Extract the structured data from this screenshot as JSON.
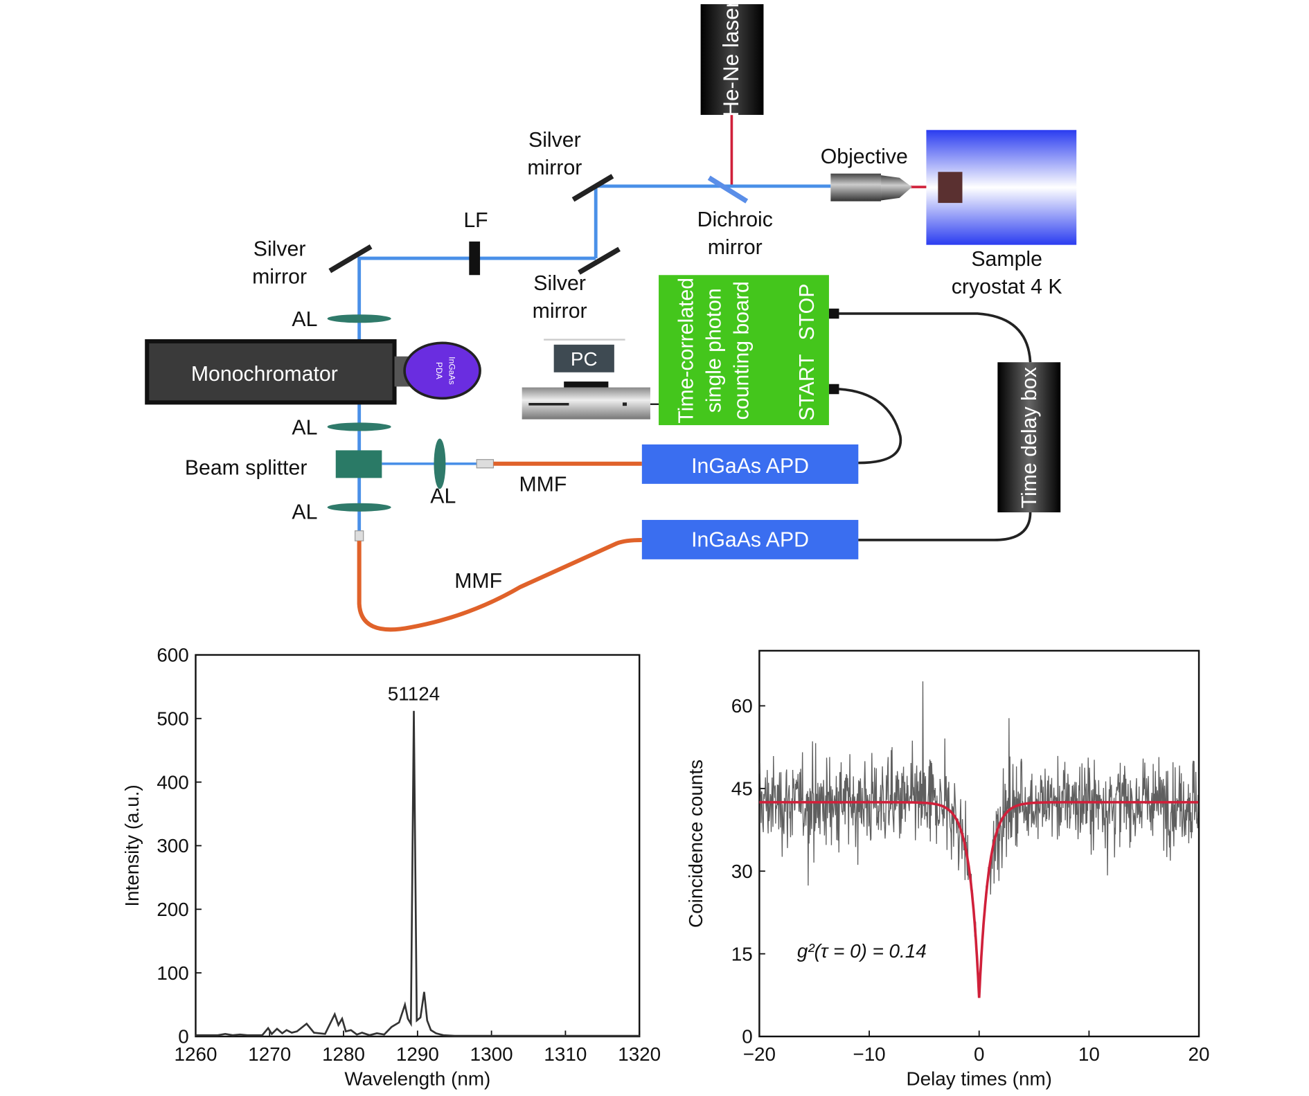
{
  "diagram": {
    "laser": "He-Ne laser",
    "silver_mirror_top": [
      "Silver",
      "mirror"
    ],
    "lf": "LF",
    "silver_mirror_left": [
      "Silver",
      "mirror"
    ],
    "silver_mirror_mid": [
      "Silver",
      "mirror"
    ],
    "dichroic": [
      "Dichroic",
      "mirror"
    ],
    "objective": "Objective",
    "cryostat": [
      "Sample",
      "cryostat 4 K"
    ],
    "al": "AL",
    "monochromator": "Monochromator",
    "pda": [
      "InGaAs",
      "PDA"
    ],
    "pc": "PC",
    "tcspc": [
      "Time-correlated",
      "single photon",
      "counting board"
    ],
    "stop": "STOP",
    "start": "START",
    "time_delay": "Time delay box",
    "beam_splitter": "Beam splitter",
    "mmf": "MMF",
    "apd": "InGaAs APD",
    "colors": {
      "beam": "#4a90e8",
      "laser": "#d0203a",
      "fiber": "#e0622a",
      "lens": "#2f7a6a",
      "tcspc": "#44c61c",
      "apd": "#3a6ef0",
      "pda": "#6a2de0"
    }
  },
  "chart_data": [
    {
      "type": "line",
      "xlabel": "Wavelength (nm)",
      "ylabel": "Intensity (a.u.)",
      "xlim": [
        1260,
        1320
      ],
      "ylim": [
        0,
        600
      ],
      "xticks": [
        1260,
        1270,
        1280,
        1290,
        1300,
        1310,
        1320
      ],
      "yticks": [
        0,
        100,
        200,
        300,
        400,
        500,
        600
      ],
      "annotation": "51124",
      "x": [
        1260,
        1263,
        1264,
        1265,
        1266,
        1267,
        1269,
        1269.8,
        1270.3,
        1271,
        1271.7,
        1272.3,
        1273,
        1273.7,
        1275,
        1276,
        1277.5,
        1278.8,
        1279.3,
        1279.8,
        1280.3,
        1281,
        1281.8,
        1282.5,
        1283.5,
        1284.5,
        1285.5,
        1286.5,
        1287.5,
        1288.3,
        1288.7,
        1289.1,
        1289.5,
        1289.9,
        1290.4,
        1290.9,
        1291.3,
        1291.8,
        1292.5,
        1293.5,
        1295,
        1300,
        1320
      ],
      "y": [
        2,
        2,
        4,
        2,
        3,
        2,
        2,
        13,
        4,
        12,
        5,
        10,
        6,
        8,
        20,
        6,
        4,
        35,
        18,
        28,
        8,
        10,
        3,
        6,
        2,
        5,
        3,
        15,
        22,
        50,
        28,
        20,
        512,
        25,
        30,
        70,
        25,
        10,
        5,
        2,
        1,
        1,
        1
      ],
      "line_color": "#333333"
    },
    {
      "type": "line",
      "xlabel": "Delay times (nm)",
      "ylabel": "Coincidence counts",
      "xlim": [
        -20,
        20
      ],
      "ylim": [
        0,
        70
      ],
      "xticks": [
        -20,
        -10,
        0,
        10,
        20
      ],
      "xtick_labels": [
        "−20",
        "−10",
        "0",
        "10",
        "20"
      ],
      "yticks": [
        0,
        15,
        30,
        45,
        60
      ],
      "annotation": "g²(τ = 0) = 0.14",
      "series": [
        {
          "kind": "raw counts",
          "baseline": 42.5,
          "min_at_zero": 7,
          "line_color": "#2a2a2a"
        },
        {
          "kind": "fit",
          "baseline": 42.5,
          "min_at_zero": 7,
          "line_color": "#d0203a"
        }
      ]
    }
  ]
}
